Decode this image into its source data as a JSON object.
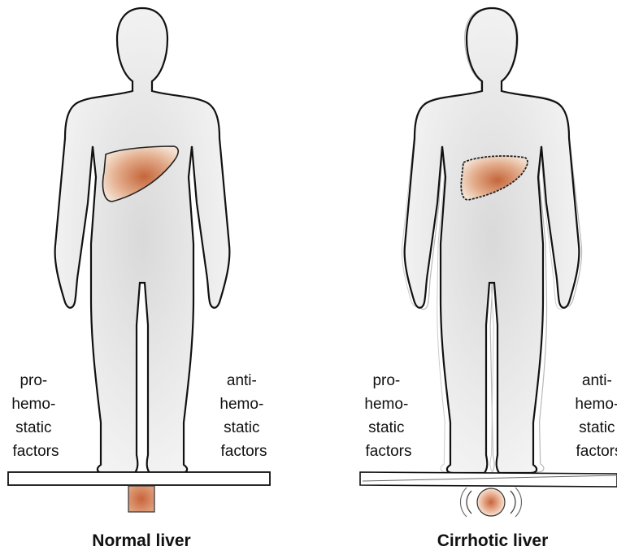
{
  "colors": {
    "body_fill": "#e6e6e6",
    "body_stroke": "#111111",
    "liver_center": "#c4663b",
    "liver_edge": "#f1dccb",
    "board_fill": "#ffffff"
  },
  "panels": [
    {
      "caption": "Normal liver",
      "left_label": [
        "pro-",
        "hemo-",
        "static",
        "factors"
      ],
      "right_label": [
        "anti-",
        "hemo-",
        "static",
        "factors"
      ]
    },
    {
      "caption": "Cirrhotic liver",
      "left_label": [
        "pro-",
        "hemo-",
        "static",
        "factors"
      ],
      "right_label": [
        "anti-",
        "hemo-",
        "static",
        "factors"
      ]
    }
  ]
}
